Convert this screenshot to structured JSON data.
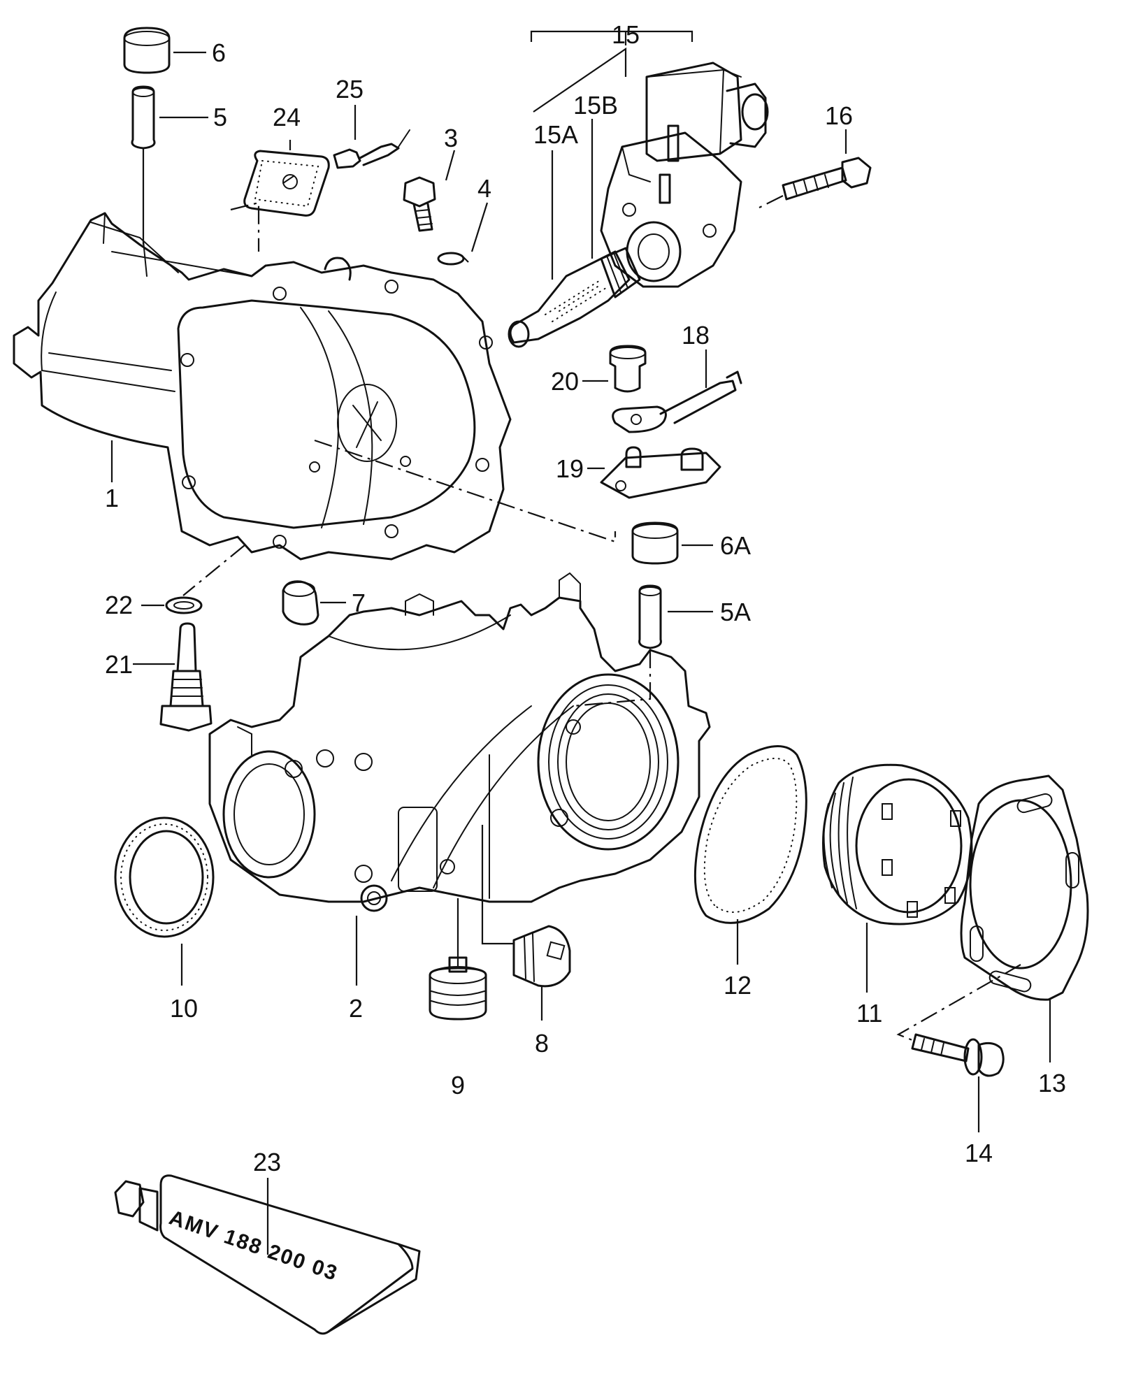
{
  "labels": {
    "p1": "1",
    "p2": "2",
    "p3": "3",
    "p4": "4",
    "p5": "5",
    "p5a": "5A",
    "p6": "6",
    "p6a": "6A",
    "p7": "7",
    "p8": "8",
    "p9": "9",
    "p10": "10",
    "p11": "11",
    "p12": "12",
    "p13": "13",
    "p14": "14",
    "p15": "15",
    "p15a": "15A",
    "p15b": "15B",
    "p16": "16",
    "p18": "18",
    "p19": "19",
    "p20": "20",
    "p21": "21",
    "p22": "22",
    "p23": "23",
    "p24": "24",
    "p25": "25"
  },
  "tube_print": "AMV 188 200 03"
}
